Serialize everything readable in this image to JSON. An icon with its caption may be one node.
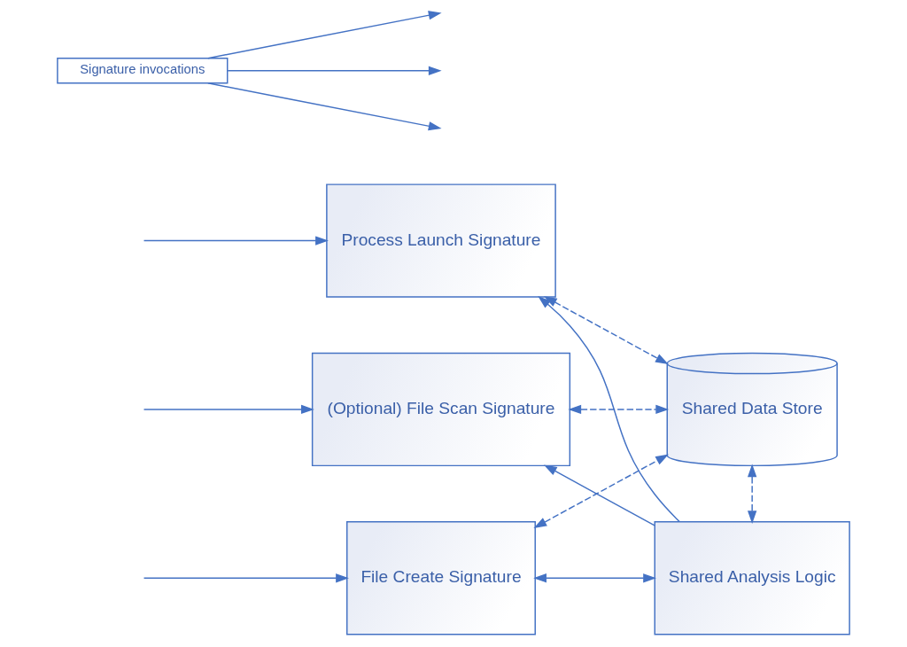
{
  "diagram": {
    "nodes": [
      {
        "text": [
          "File Create Signature"
        ]
      },
      {
        "text": [
          "Shared Analysis Logic"
        ]
      },
      {
        "text": [
          "(Optional) File Scan Signature"
        ]
      },
      {
        "text": [
          "Process Launch Signature"
        ]
      },
      {
        "text": [
          "Shared Data Store"
        ]
      },
      {
        "text": [
          "Signature invocations"
        ]
      }
    ],
    "edges": [
      {
        "from": null,
        "to": 0,
        "arrow": "to"
      },
      {
        "from": null,
        "to": 2,
        "arrow": "to"
      },
      {
        "from": null,
        "to": 3,
        "arrow": "to"
      },
      {
        "from": 5,
        "to": null,
        "arrow": "to"
      },
      {
        "from": 5,
        "to": null,
        "arrow": "to"
      },
      {
        "from": 5,
        "to": null,
        "arrow": "to"
      },
      {
        "from": 0,
        "to": 1,
        "arrow": "both"
      },
      {
        "from": 1,
        "to": 2,
        "arrow": "to"
      },
      {
        "from": 1,
        "to": 3,
        "arrow": "to"
      },
      {
        "from": 0,
        "to": 4,
        "arrow": "both",
        "style": "dashed"
      },
      {
        "from": 2,
        "to": 4,
        "arrow": "both",
        "style": "dashed"
      },
      {
        "from": 3,
        "to": 4,
        "arrow": "both",
        "style": "dashed"
      },
      {
        "from": 1,
        "to": 4,
        "arrow": "both",
        "style": "dashed"
      }
    ]
  }
}
